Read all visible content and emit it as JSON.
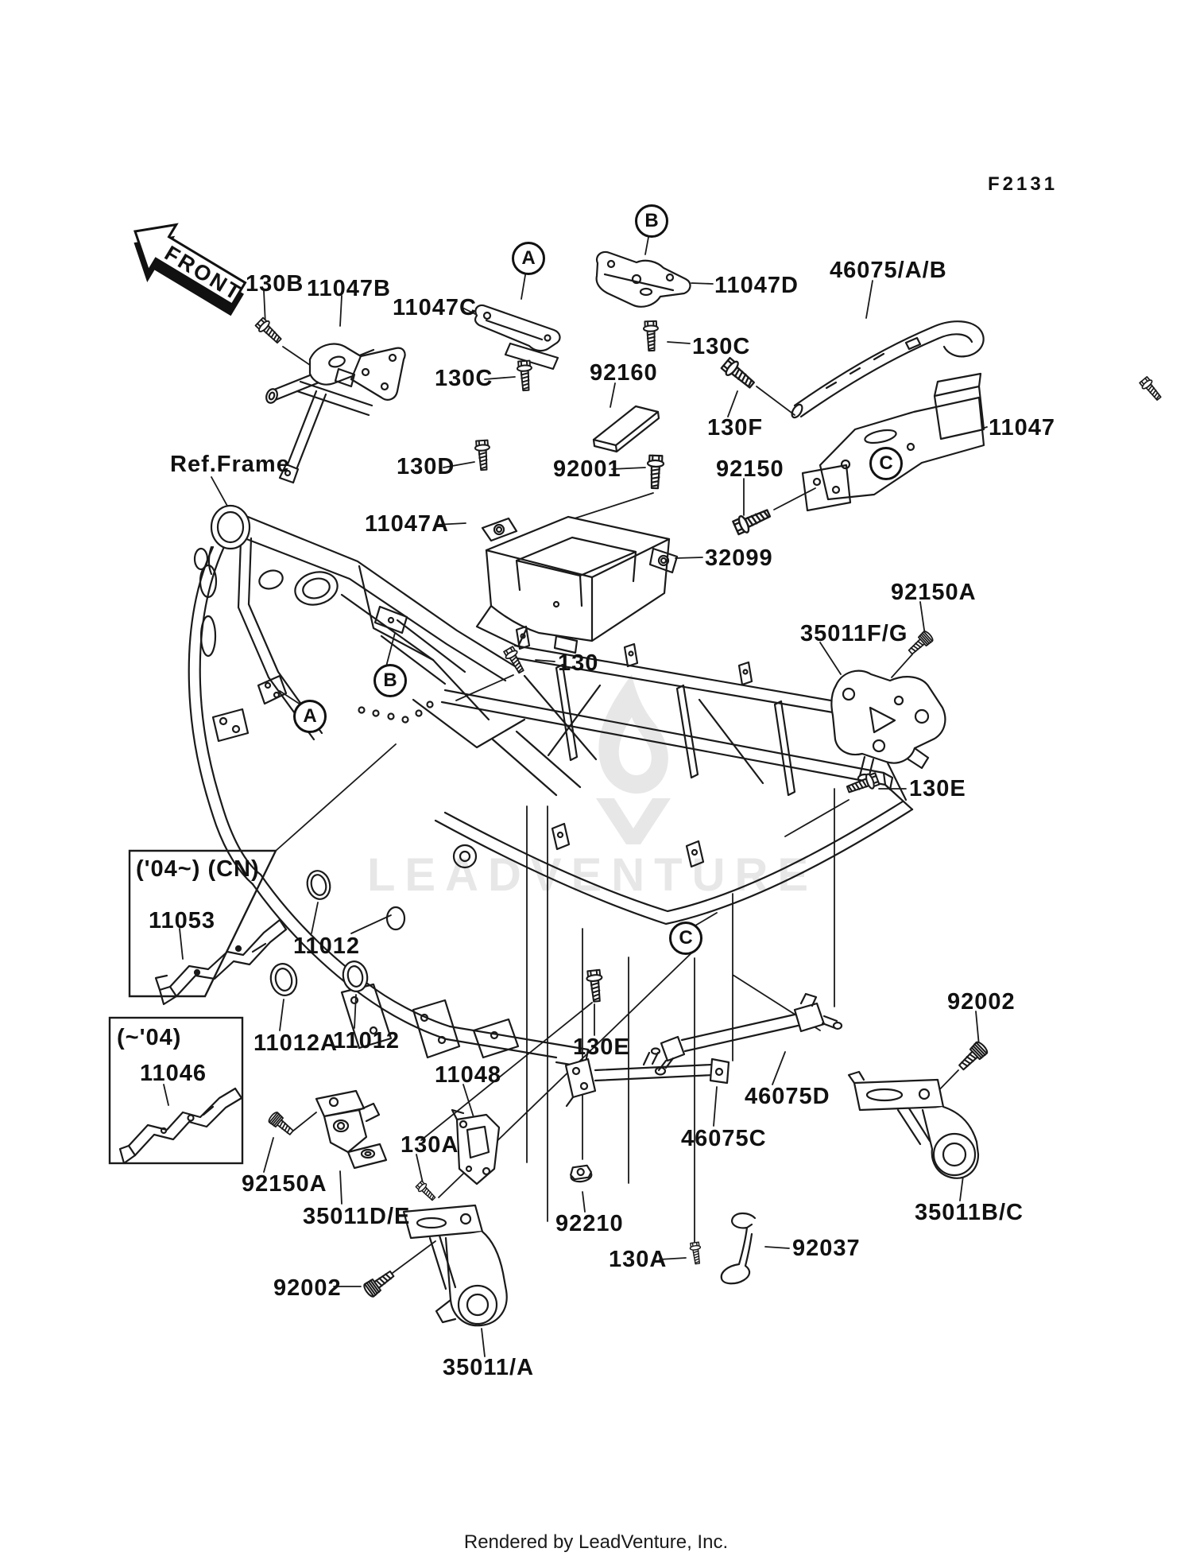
{
  "page": {
    "figure_code": "F2131",
    "direction_arrow": "FRONT",
    "frame_ref_label": "Ref.Frame",
    "watermark_text": "LEADVENTURE",
    "footer_text": "Rendered by LeadVenture, Inc.",
    "background_color": "#ffffff",
    "line_color": "#1a1a1a",
    "watermark_color": "#e7e7e7"
  },
  "variant_boxes": [
    {
      "label": "('04~) (CN)",
      "contains_part": "11053"
    },
    {
      "label": "(~'04)",
      "contains_part": "11046"
    }
  ],
  "bubbles": {
    "a": "A",
    "b": "B",
    "c": "C"
  },
  "parts": {
    "n130": "130",
    "n130A": "130A",
    "n130B": "130B",
    "n130C": "130C",
    "n130D": "130D",
    "n130E": "130E",
    "n130F": "130F",
    "n11012": "11012",
    "n11012A": "11012A",
    "n11046": "11046",
    "n11047": "11047",
    "n11047A": "11047A",
    "n11047B": "11047B",
    "n11047C": "11047C",
    "n11047D": "11047D",
    "n11048": "11048",
    "n11053": "11053",
    "n32099": "32099",
    "n35011_A": "35011/A",
    "n35011B_C": "35011B/C",
    "n35011D_E": "35011D/E",
    "n35011F_G": "35011F/G",
    "n46075_A_B": "46075/A/B",
    "n46075C": "46075C",
    "n46075D": "46075D",
    "n92001": "92001",
    "n92002": "92002",
    "n92037": "92037",
    "n92150": "92150",
    "n92150A": "92150A",
    "n92160": "92160",
    "n92210": "92210"
  }
}
